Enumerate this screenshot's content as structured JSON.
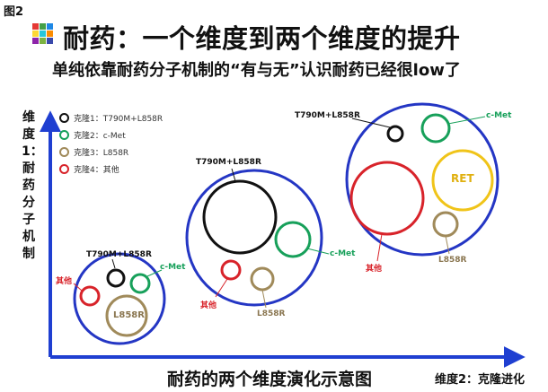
{
  "figure_label": "图2",
  "title": "耐药：一个维度到两个维度的提升",
  "subtitle": "单纯依靠耐药分子机制的“有与无”认识耐药已经很low了",
  "y_axis_label": "维度1：耐药分子机制",
  "x_axis_label": "维度2：克隆进化",
  "bottom_title": "耐药的两个维度演化示意图",
  "colors": {
    "axis": "#1f3fd1",
    "group_ring": "#2436c4",
    "t790m": "#111111",
    "cmet": "#17a05a",
    "l858r": "#a08a5a",
    "other": "#d8232a",
    "ret": "#f0c419"
  },
  "legend": [
    {
      "label": "克隆1：T790M+L858R",
      "color": "#111111"
    },
    {
      "label": "克隆2：c-Met",
      "color": "#17a05a"
    },
    {
      "label": "克隆3：L858R",
      "color": "#a08a5a"
    },
    {
      "label": "克隆4：其他",
      "color": "#d8232a"
    }
  ],
  "clusters": {
    "small": {
      "t790m": "T790M+L858R",
      "cmet": "c-Met",
      "other": "其他",
      "l858r_inside": "L858R"
    },
    "medium": {
      "t790m": "T790M+L858R",
      "cmet": "c-Met",
      "other": "其他",
      "l858r": "L858R"
    },
    "large": {
      "t790m": "T790M+L858R",
      "cmet": "c-Met",
      "other": "其他",
      "l858r": "L858R",
      "ret": "RET"
    }
  }
}
